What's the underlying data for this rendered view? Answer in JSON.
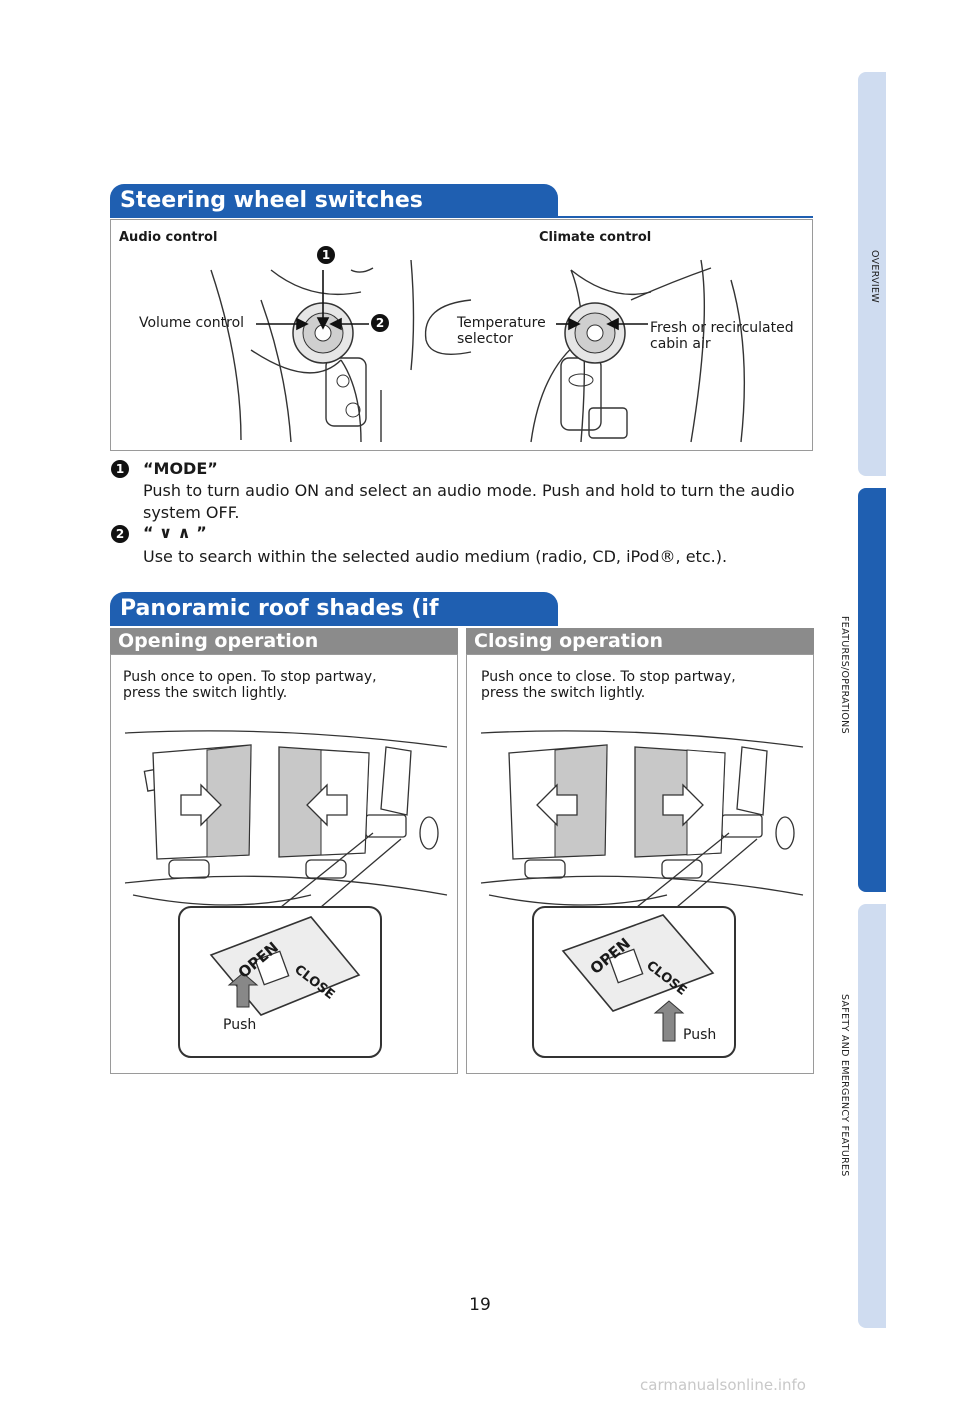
{
  "section_steering": {
    "title": "Steering wheel switches",
    "audio_label": "Audio control",
    "climate_label": "Climate control",
    "callouts": {
      "volume": "Volume control",
      "temperature": "Temperature\nselector",
      "fresh_air": "Fresh or recirculated\ncabin air"
    },
    "badges": [
      "1",
      "2"
    ],
    "items": [
      {
        "number": "1",
        "title": "“MODE”",
        "body": "Push to turn audio ON and select an audio mode. Push and hold to turn the audio system OFF."
      },
      {
        "number": "2",
        "title": "“ ∨ ∧ ”",
        "body": "Use to search within the selected audio medium (radio, CD, iPod®, etc.)."
      }
    ]
  },
  "section_roof": {
    "title": "Panoramic roof shades (if equipped)",
    "opening": {
      "heading": "Opening operation",
      "note": "Push once to open. To stop partway, press the switch lightly.",
      "push_label": "Push",
      "switch_open": "OPEN",
      "switch_close": "CLOSE"
    },
    "closing": {
      "heading": "Closing operation",
      "note": "Push once to close. To stop partway, press the switch lightly.",
      "push_label": "Push",
      "switch_open": "OPEN",
      "switch_close": "CLOSE"
    }
  },
  "side_tabs": [
    {
      "label": "OVERVIEW",
      "active": false
    },
    {
      "label": "FEATURES/OPERATIONS",
      "active": true
    },
    {
      "label": "SAFETY AND EMERGENCY FEATURES",
      "active": false
    }
  ],
  "page_number": "19",
  "watermark": "carmanualsonline.info",
  "colors": {
    "accent_blue": "#1f5fb1",
    "tab_light": "#cfdcf0",
    "subhead_gray": "#8b8b8b"
  }
}
